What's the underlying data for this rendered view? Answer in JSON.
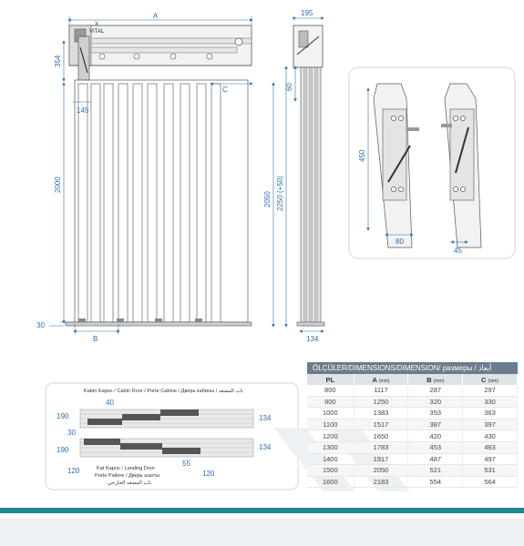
{
  "front_view": {
    "dim_a": "A",
    "dim_b": "B",
    "dim_c": "C",
    "dim_354": "354",
    "dim_2000": "2000",
    "dim_145": "145",
    "dim_30": "30",
    "x_label": "X",
    "vital_label": "VITAL"
  },
  "side_view": {
    "dim_195": "195",
    "dim_60": "60",
    "dim_2050": "2050",
    "dim_2250": "2250 (+50)",
    "dim_134": "134"
  },
  "detail_view": {
    "dim_450": "450",
    "dim_80": "80",
    "dim_45": "45"
  },
  "plan_view": {
    "cabin_title": "Kabin Kapısı / Cabin Door / Porte Cabine / Дверь кабины / باب المصعد",
    "landing_title_1": "Kat Kapısı / Landing Door",
    "landing_title_2": "Porte Palière / Дверь шахты",
    "landing_title_3": "باب المصعد الخارجي",
    "dim_40": "40",
    "dim_190_top": "190",
    "dim_30": "30",
    "dim_190_bottom": "190",
    "dim_120_left": "120",
    "dim_134_top": "134",
    "dim_134_bottom": "134",
    "dim_55": "55",
    "dim_120_right": "120"
  },
  "dimensions_table": {
    "title": "ÖLÇÜLER/DIMENSIONS/DIMENSION/ размеры / أبعاد",
    "headers": [
      {
        "label": "PL",
        "unit": ""
      },
      {
        "label": "A",
        "unit": "(mm)"
      },
      {
        "label": "B",
        "unit": "(mm)"
      },
      {
        "label": "C",
        "unit": "(mm)"
      }
    ],
    "rows": [
      [
        "800",
        "1117",
        "287",
        "297"
      ],
      [
        "900",
        "1250",
        "320",
        "330"
      ],
      [
        "1000",
        "1383",
        "353",
        "363"
      ],
      [
        "1100",
        "1517",
        "387",
        "397"
      ],
      [
        "1200",
        "1650",
        "420",
        "430"
      ],
      [
        "1300",
        "1783",
        "453",
        "463"
      ],
      [
        "1400",
        "1917",
        "487",
        "497"
      ],
      [
        "1500",
        "2050",
        "521",
        "531"
      ],
      [
        "1600",
        "2183",
        "554",
        "564"
      ]
    ]
  },
  "colors": {
    "accent_teal": "#1f8a93",
    "dimension_blue": "#2a6fb0",
    "header_gray": "#6b7d8c"
  }
}
